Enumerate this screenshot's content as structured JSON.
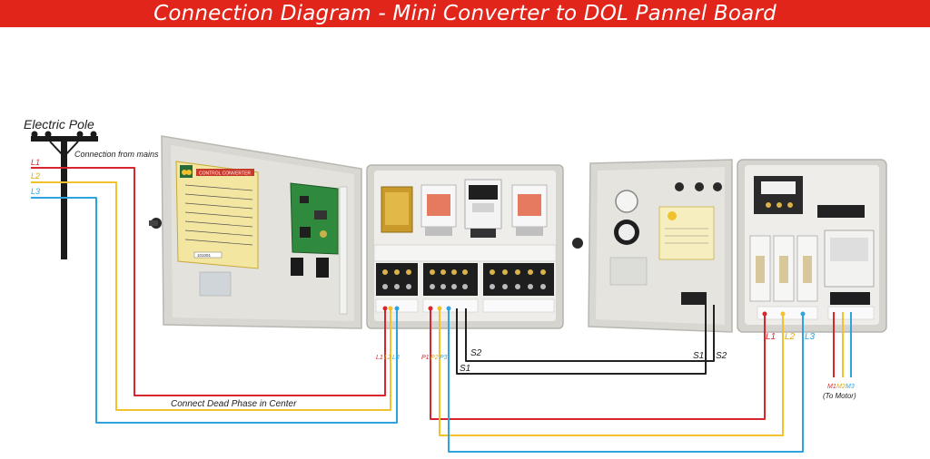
{
  "title": "Connection Diagram - Mini Converter to DOL Pannel Board",
  "pole": {
    "label": "Electric Pole",
    "mains_label": "Connection from mains",
    "lines": [
      "L1",
      "L2",
      "L3"
    ]
  },
  "converter": {
    "input_labels": [
      "L1",
      "L2",
      "L3"
    ],
    "output_labels": [
      "P1",
      "P2",
      "P3"
    ],
    "s_labels": [
      "S2",
      "S1"
    ],
    "sticker_title": "CONTROL CONVERTER",
    "sticker_id": "101091"
  },
  "dol": {
    "s_labels": [
      "S1",
      "S2"
    ],
    "input_labels": [
      "L1",
      "L2",
      "L3"
    ],
    "motor_labels": [
      "M1",
      "M2",
      "M3"
    ],
    "motor_note": "(To Motor)"
  },
  "dead_phase_note": "Connect Dead Phase in Center",
  "colors": {
    "title_bg": "#e1251b",
    "l1": "#d7262d",
    "l2": "#f2c12e",
    "l3": "#2ea3e0",
    "s_wire": "#222222",
    "enclosure": "#dcdad4",
    "plate": "#efeeea"
  }
}
